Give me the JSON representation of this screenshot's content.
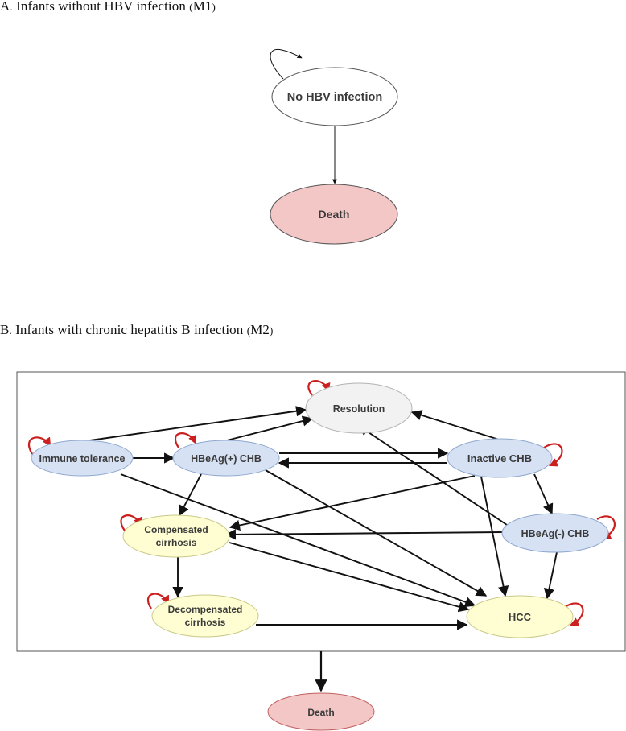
{
  "panel_a": {
    "title_letter": "A",
    "title_text": "Infants without HBV infection",
    "title_model": "M1",
    "nodes": {
      "no_hbv": "No HBV infection",
      "death": "Death"
    }
  },
  "panel_b": {
    "title_letter": "B",
    "title_text": "Infants with chronic hepatitis B infection",
    "title_model": "M2",
    "nodes": {
      "resolution": "Resolution",
      "immune_tolerance": "Immune tolerance",
      "hbeag_pos": "HBeAg(+) CHB",
      "inactive": "Inactive CHB",
      "compensated_1": "Compensated",
      "compensated_2": "cirrhosis",
      "hbeag_neg": "HBeAg(-) CHB",
      "decompensated_1": "Decompensated",
      "decompensated_2": "cirrhosis",
      "hcc": "HCC",
      "death": "Death"
    }
  },
  "colors": {
    "white_node": "#ffffff",
    "death_fill": "#f4c7c7",
    "death_stroke": "#c06060",
    "blue_fill": "#d6e1f3",
    "blue_stroke": "#8fa8cf",
    "yellow_fill": "#fefed2",
    "yellow_stroke": "#c9c98a",
    "grey_fill": "#f2f2f2",
    "grey_stroke": "#b3b3b3",
    "self_loop_red": "#cc1f1f",
    "arrow": "#111111"
  }
}
